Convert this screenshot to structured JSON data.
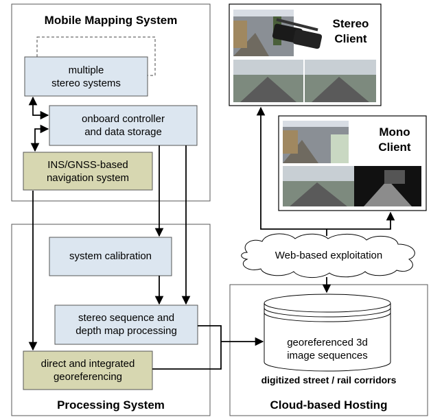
{
  "mobile_mapping": {
    "title": "Mobile Mapping System",
    "stereo_systems": "multiple\nstereo systems",
    "onboard": "onboard controller\nand data storage",
    "ins": "INS/GNSS-based\nnavigation system"
  },
  "processing": {
    "title": "Processing System",
    "calibration": "system calibration",
    "stereo_seq": "stereo sequence and\ndepth map processing",
    "georef": "direct and integrated\ngeoreferencing"
  },
  "cloud": {
    "title": "Cloud-based Hosting",
    "database": "georeferenced 3d\nimage sequences",
    "corridors": "digitized street / rail corridors"
  },
  "web": {
    "label": "Web-based exploitation"
  },
  "stereo_client": {
    "title": "Stereo\nClient"
  },
  "mono_client": {
    "title": "Mono\nClient"
  },
  "colors": {
    "blue_box": "#dce6f0",
    "olive_box": "#d7d7b1",
    "border": "#000000"
  }
}
